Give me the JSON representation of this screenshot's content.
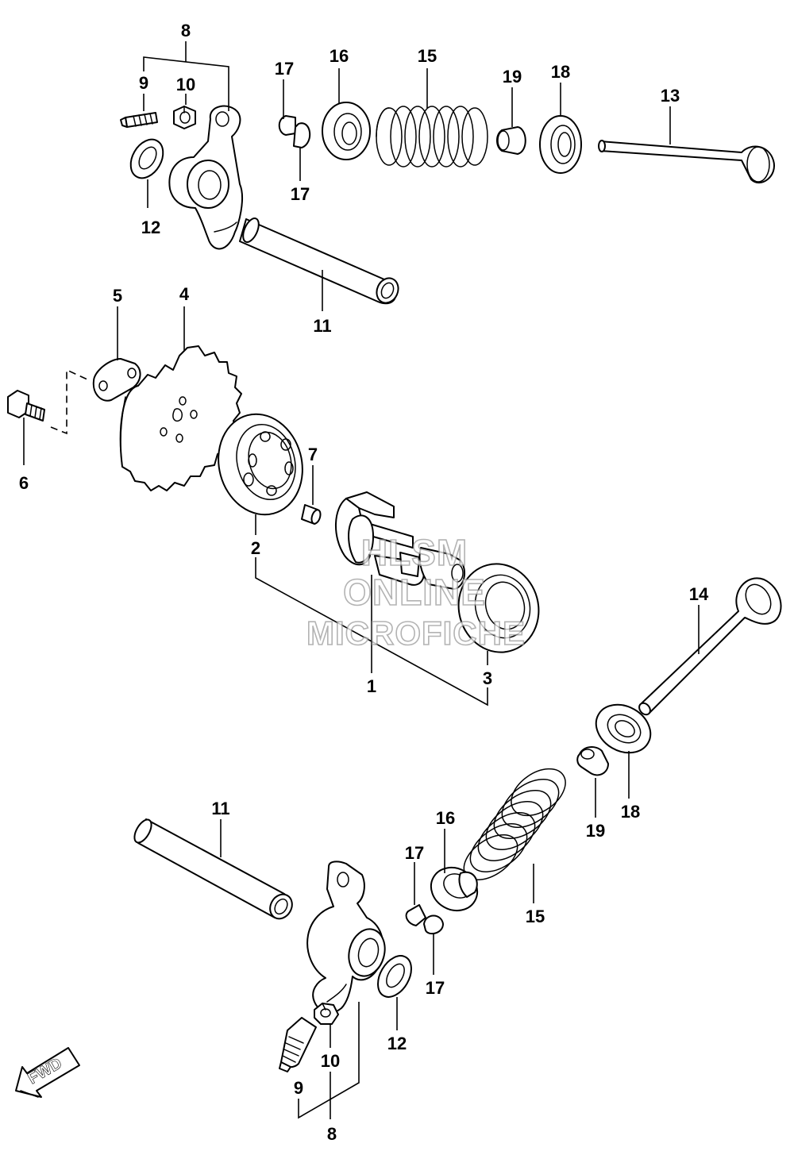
{
  "callouts": {
    "c1": "1",
    "c2": "2",
    "c3": "3",
    "c4": "4",
    "c5": "5",
    "c6": "6",
    "c7": "7",
    "c8_top": "8",
    "c8_bot": "8",
    "c9_top": "9",
    "c9_bot": "9",
    "c10_top": "10",
    "c10_bot": "10",
    "c11_top": "11",
    "c11_bot": "11",
    "c12_top": "12",
    "c12_bot": "12",
    "c13": "13",
    "c14": "14",
    "c15_top": "15",
    "c15_bot": "15",
    "c16_top": "16",
    "c16_bot": "16",
    "c17_top_a": "17",
    "c17_top_b": "17",
    "c17_bot_a": "17",
    "c17_bot_b": "17",
    "c18_top": "18",
    "c18_bot": "18",
    "c19_top": "19",
    "c19_bot": "19"
  },
  "watermark": {
    "line1": "HLSM",
    "line2": "ONLINE",
    "line3": "MICROFICHE"
  },
  "fwd_label": "FWD",
  "colors": {
    "ink": "#000000",
    "watermark_outline": "#9a9a9a"
  }
}
